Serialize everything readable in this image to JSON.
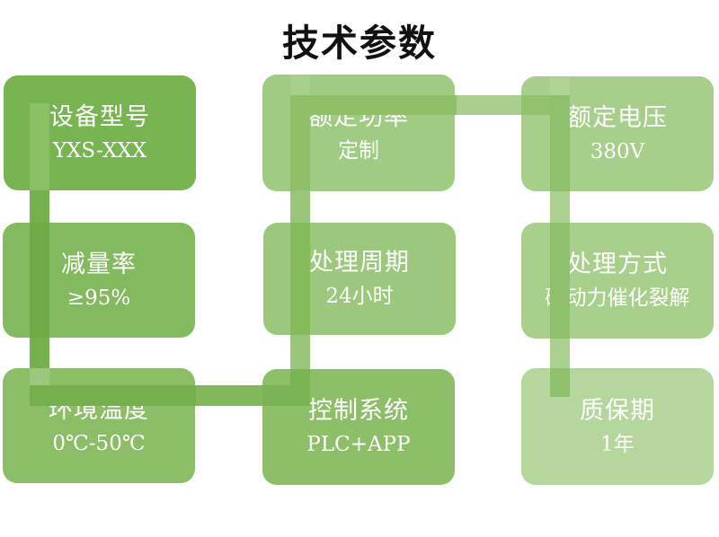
{
  "title": "技术参数",
  "cells": [
    {
      "label": "设备型号",
      "value": "YXS-XXX",
      "color": "#79B453"
    },
    {
      "label": "额定功率",
      "value": "定制",
      "color": "#9FCB82"
    },
    {
      "label": "额定电压",
      "value": "380V",
      "color": "#A7CE8A"
    },
    {
      "label": "减量率",
      "value": "≥95%",
      "color": "#83B95F"
    },
    {
      "label": "处理周期",
      "value": "24小时",
      "color": "#9BC87D"
    },
    {
      "label": "处理方式",
      "value": "磁动力催化裂解",
      "color": "#A8CF8B"
    },
    {
      "label": "环境温度",
      "value": "0℃-50℃",
      "color": "#8CBE67"
    },
    {
      "label": "控制系统",
      "value": "PLC+APP",
      "color": "#8CBF68"
    },
    {
      "label": "质保期",
      "value": "1年",
      "color": "#B5D79D"
    }
  ],
  "connector_colors": {
    "c1_in_box1": "#8CC065",
    "c1_gap": "#76B14F",
    "c1_in_box4": "#6FAA47",
    "c1_tail_box7": "#9CC77C",
    "c1_h_in_box7": "#76AF4E",
    "h_bottom_gap": "#82B75C",
    "c2_h_in_box8": "#7BB455",
    "c2_in_box8": "#7BB455",
    "c2_gap": "#99C67B",
    "c2_in_box5": "#85BB5C",
    "c2_in_box2": "#8FBF68",
    "c2_tail_box2": "#A8D08C",
    "h_top_gap": "#A9CE8D",
    "c3_h_in_box3": "#92C26E",
    "c3_in_box3": "#8FC06C",
    "c3_tail_box3": "#AFD494",
    "c3_gap": "#ABD18E",
    "c3_in_box6": "#8FC06C",
    "c3_tail_box9": "#90C06E"
  },
  "title_color": "#111111",
  "text_color": "#FFFFFF",
  "background_color": "#FFFFFF"
}
